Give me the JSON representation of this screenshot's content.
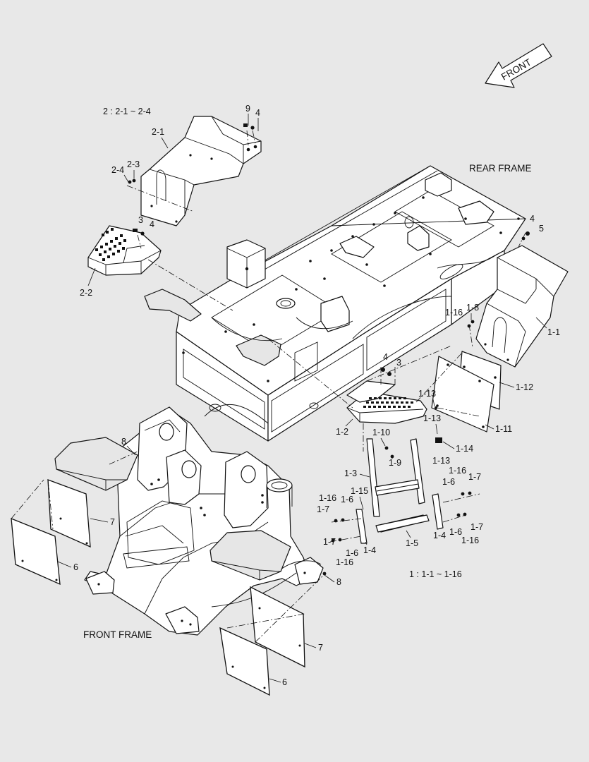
{
  "diagram": {
    "direction_arrow": "FRONT",
    "group_notes": {
      "group2": "2 : 2-1 ~ 2-4",
      "group1": "1 : 1-1 ~ 1-16"
    },
    "assemblies": {
      "rear_frame": "REAR FRAME",
      "front_frame": "FRONT FRAME"
    },
    "callouts": {
      "c9": "9",
      "c4a": "4",
      "c2_1": "2-1",
      "c2_3": "2-3",
      "c2_4": "2-4",
      "c3a": "3",
      "c4b": "4",
      "c2_2": "2-2",
      "c4c": "4",
      "c5": "5",
      "c1_16a": "1-16",
      "c1_8": "1-8",
      "c1_1": "1-1",
      "c4d": "4",
      "c3b": "3",
      "c1_12": "1-12",
      "c1_13a": "1-13",
      "c1_13b": "1-13",
      "c1_11": "1-11",
      "c1_2": "1-2",
      "c1_10": "1-10",
      "c1_9": "1-9",
      "c1_14": "1-14",
      "c1_13c": "1-13",
      "c1_3": "1-3",
      "c1_16b": "1-16",
      "c1_7a": "1-7",
      "c1_6a": "1-6",
      "c1_15": "1-15",
      "c1_16c": "1-16",
      "c1_6b": "1-6",
      "c1_7b": "1-7",
      "c1_4a": "1-4",
      "c1_4b": "1-4",
      "c1_6c": "1-6",
      "c1_7c": "1-7",
      "c1_16d": "1-16",
      "c1_5": "1-5",
      "c1_7d": "1-7",
      "c1_16e": "1-16",
      "c1_6d": "1-6",
      "c8a": "8",
      "c7a": "7",
      "c6a": "6",
      "c8b": "8",
      "c7b": "7",
      "c6b": "6"
    }
  }
}
